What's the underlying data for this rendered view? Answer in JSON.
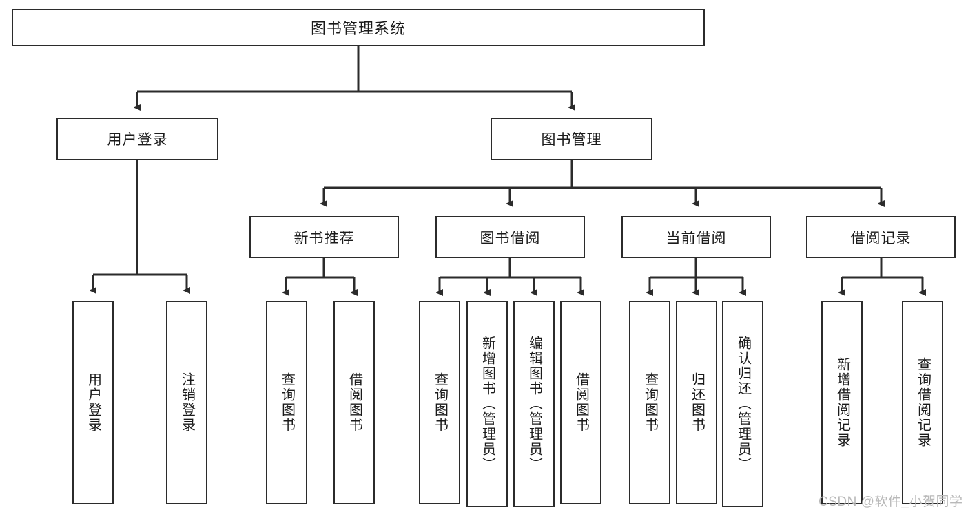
{
  "diagram": {
    "title": "图书管理系统",
    "type": "tree-hierarchy-chart",
    "watermark": "CSDN @软件_小贺同学",
    "colors": {
      "box_border": "#2b2b2b",
      "box_fill": "#ffffff",
      "edge": "#2b2b2b",
      "text": "#1b1b1b",
      "watermark": "#b9b9b9"
    },
    "nodes": {
      "root": {
        "label": "图书管理系统"
      },
      "level2": [
        {
          "id": "user-login",
          "label": "用户登录"
        },
        {
          "id": "book-manage",
          "label": "图书管理"
        }
      ],
      "level3": [
        {
          "id": "new-book-recommend",
          "label": "新书推荐"
        },
        {
          "id": "book-borrow",
          "label": "图书借阅"
        },
        {
          "id": "current-borrow",
          "label": "当前借阅"
        },
        {
          "id": "borrow-record",
          "label": "借阅记录"
        }
      ],
      "leaves": {
        "user_login": [
          {
            "id": "leaf-user-login",
            "label": "用户登录"
          },
          {
            "id": "leaf-logout-login",
            "label": "注销登录"
          }
        ],
        "new_book_recommend": [
          {
            "id": "leaf-query-book-1",
            "label": "查询图书"
          },
          {
            "id": "leaf-borrow-book-1",
            "label": "借阅图书"
          }
        ],
        "book_borrow": [
          {
            "id": "leaf-query-book-2",
            "label": "查询图书"
          },
          {
            "id": "leaf-add-book-admin",
            "label": "新增图书（管理员）"
          },
          {
            "id": "leaf-edit-book-admin",
            "label": "编辑图书（管理员）"
          },
          {
            "id": "leaf-borrow-book-2",
            "label": "借阅图书"
          }
        ],
        "current_borrow": [
          {
            "id": "leaf-query-book-3",
            "label": "查询图书"
          },
          {
            "id": "leaf-return-book",
            "label": "归还图书"
          },
          {
            "id": "leaf-confirm-return-admin",
            "label": "确认归还（管理员）"
          }
        ],
        "borrow_record": [
          {
            "id": "leaf-add-borrow-record",
            "label": "新增借阅记录"
          },
          {
            "id": "leaf-query-borrow-record",
            "label": "查询借阅记录"
          }
        ]
      }
    }
  }
}
